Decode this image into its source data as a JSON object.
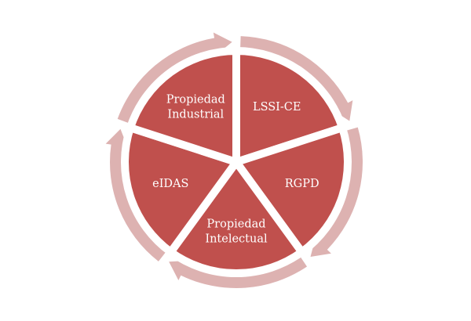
{
  "diagram": {
    "type": "cycle",
    "direction": "clockwise",
    "colors": {
      "segment": "#C0504D",
      "arrow": "#DDB2B1",
      "text": "#FFFFFF",
      "divider": "#FFFFFF"
    },
    "segments": [
      {
        "label_lines": [
          "LSSI-CE"
        ]
      },
      {
        "label_lines": [
          "RGPD"
        ]
      },
      {
        "label_lines": [
          "Propiedad",
          "Intelectual"
        ]
      },
      {
        "label_lines": [
          "eIDAS"
        ]
      },
      {
        "label_lines": [
          "Propiedad",
          "Industrial"
        ]
      }
    ]
  }
}
